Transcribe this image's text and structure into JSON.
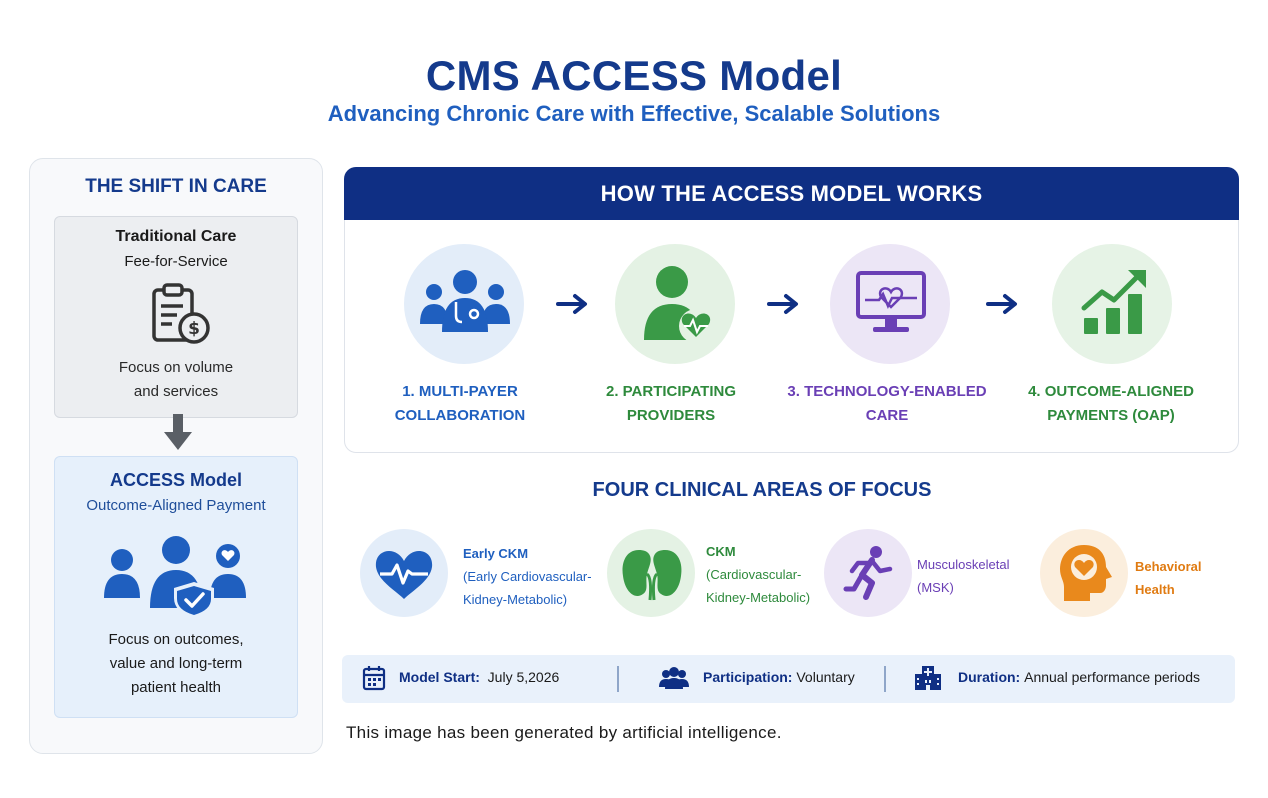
{
  "header": {
    "title": "CMS ACCESS Model",
    "subtitle": "Advancing Chronic Care with Effective, Scalable Solutions"
  },
  "shift": {
    "title": "THE SHIFT IN CARE",
    "traditional": {
      "title": "Traditional Care",
      "subtitle": "Fee-for-Service",
      "desc_line1": "Focus on volume",
      "desc_line2": "and services",
      "icon": "clipboard-dollar-icon"
    },
    "access": {
      "title": "ACCESS Model",
      "subtitle": "Outcome-Aligned Payment",
      "desc_line1": "Focus on outcomes,",
      "desc_line2": "value and long-term",
      "desc_line3": "patient health",
      "icon": "patients-shield-icon"
    }
  },
  "how": {
    "title": "HOW THE ACCESS MODEL WORKS",
    "steps": [
      {
        "line1": "1. MULTI-PAYER",
        "line2": "COLLABORATION",
        "color": "#1f5fbf",
        "bg": "#e3edf9",
        "icon": "care-team-icon"
      },
      {
        "line1": "2. PARTICIPATING",
        "line2": "PROVIDERS",
        "color": "#2e8a3c",
        "bg": "#e4f2e4",
        "icon": "provider-heart-icon"
      },
      {
        "line1": "3. TECHNOLOGY-ENABLED",
        "line2": "CARE",
        "color": "#6a3fb5",
        "bg": "#ece6f6",
        "icon": "monitor-heartbeat-icon"
      },
      {
        "line1": "4. OUTCOME-ALIGNED",
        "line2": "PAYMENTS (OAP)",
        "color": "#2e8a3c",
        "bg": "#e6f3e6",
        "icon": "growth-chart-icon"
      }
    ]
  },
  "areas": {
    "title": "FOUR CLINICAL AREAS OF FOCUS",
    "items": [
      {
        "line1": "Early CKM",
        "line2": "(Early Cardiovascular-",
        "line3": "Kidney-Metabolic)",
        "color": "#1f5fbf",
        "icon": "heart-pulse-icon"
      },
      {
        "line1": "CKM",
        "line2": "(Cardiovascular-",
        "line3": "Kidney-Metabolic)",
        "color": "#2e8a3c",
        "icon": "kidneys-icon"
      },
      {
        "line1": "Musculoskeletal",
        "line2": "(MSK)",
        "color": "#6a3fb5",
        "icon": "runner-icon"
      },
      {
        "line1": "Behavioral",
        "line2": "Health",
        "color": "#e07b12",
        "icon": "head-heart-icon"
      }
    ]
  },
  "info": {
    "start_label": "Model Start:",
    "start_value": "July 5,2026",
    "participation_label": "Participation:",
    "participation_value": "Voluntary",
    "duration_label": "Duration:",
    "duration_value": "Annual performance periods"
  },
  "footnote": "This image has been generated by artificial intelligence."
}
